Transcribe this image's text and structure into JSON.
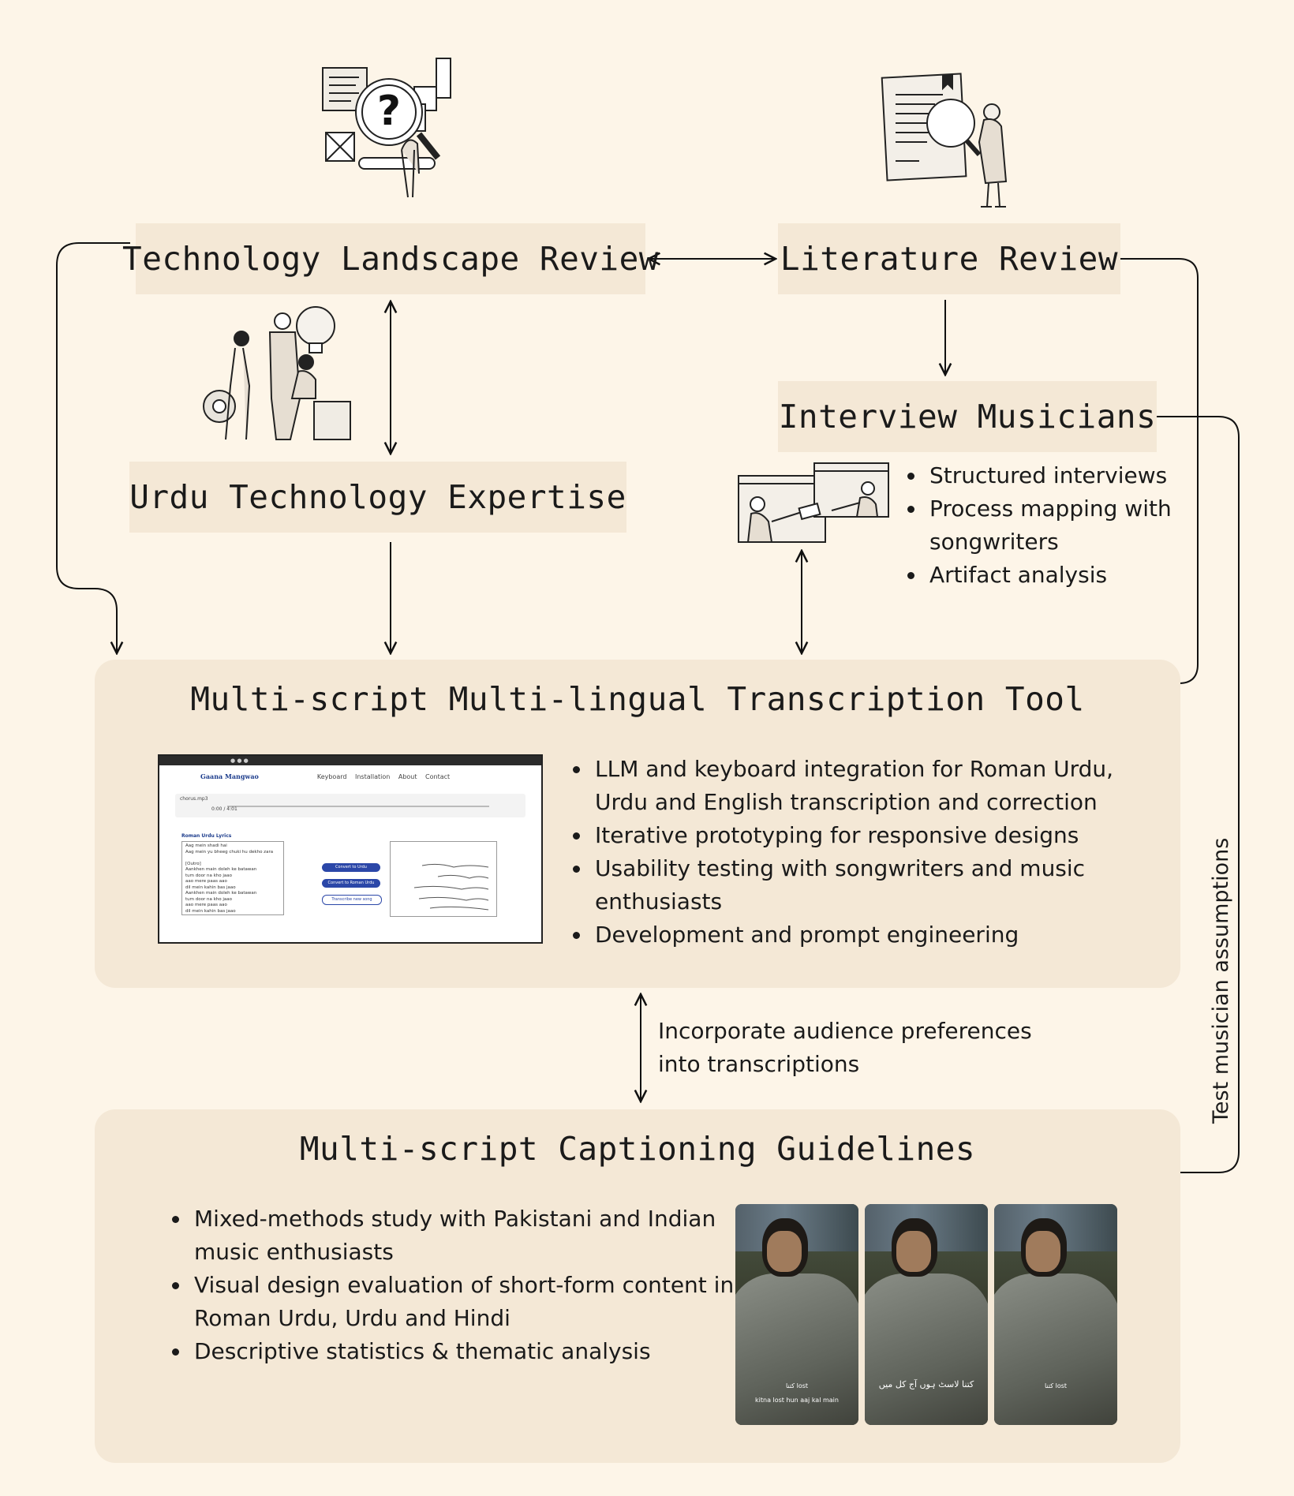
{
  "nodes": {
    "tech_review": "Technology Landscape Review",
    "lit_review": "Literature Review",
    "urdu_expertise": "Urdu Technology Expertise",
    "interview": "Interview Musicians"
  },
  "interview_bullets": [
    "Structured interviews",
    "Process mapping with songwriters",
    "Artifact analysis"
  ],
  "tool": {
    "title": "Multi-script Multi-lingual Transcription Tool",
    "bullets": [
      "LLM and keyboard integration for Roman Urdu, Urdu and English transcription and correction",
      "Iterative prototyping for responsive designs",
      "Usability testing with songwriters and music enthusiasts",
      "Development and prompt engineering"
    ]
  },
  "guidelines": {
    "title": "Multi-script Captioning Guidelines",
    "bullets": [
      "Mixed-methods study with Pakistani and Indian music enthusiasts",
      "Visual design evaluation of short-form content in Roman Urdu, Urdu and Hindi",
      "Descriptive statistics & thematic analysis"
    ]
  },
  "edge_labels": {
    "audience": "Incorporate audience preferences into transcriptions",
    "test_assumptions": "Test musician assumptions"
  },
  "screenshot": {
    "brand": "Gaana Mangwao",
    "nav_links": "Keyboard Installation  About  Contact",
    "file": "chorus.mp3",
    "time": "0:00 / 4:01",
    "left_pane_title": "Roman Urdu Lyrics",
    "left_lines": [
      "Aag mein shadi hai",
      "Aag mein yu bheeg chuki hu dekho zara",
      "",
      "[Outro]",
      "Aankhen main doleh ke batawan",
      "tum door na kho jaao",
      "aao mere paas aao",
      "dil mein kahin bas jaao",
      "Aankhen main doleh ke batawan",
      "tum door na kho jaao",
      "aao mere paas aao",
      "dil mein kahin bas jaao"
    ],
    "buttons": [
      "Convert to Urdu",
      "Convert to Roman Urdu",
      "Transcribe new song"
    ]
  },
  "captions": {
    "frame1_top": "کتنا lost",
    "frame1_bottom": "kitna lost hun aaj kal main",
    "frame2": "کتنا لاسٹ ہوں آج کل میں",
    "frame3": "کتنا lost"
  },
  "colors": {
    "background": "#fdf5e8",
    "box": "#f4e8d6",
    "accent": "#1c3c8c"
  }
}
